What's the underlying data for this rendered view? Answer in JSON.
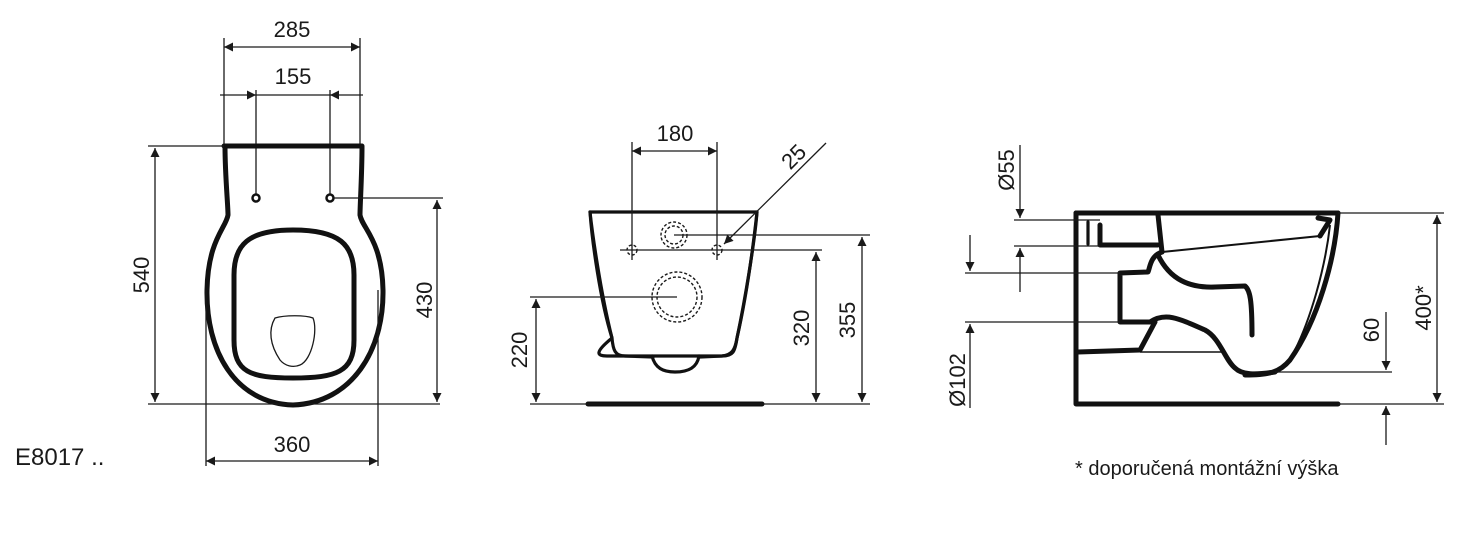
{
  "product_code": "E8017 ..",
  "note": "* doporučená montážní výška",
  "top_view": {
    "width_top": "285",
    "hinge_spacing": "155",
    "length": "540",
    "hinge_to_front": "430",
    "width_bowl": "360"
  },
  "front_view": {
    "bolt_spacing": "180",
    "bolt_diameter": "25",
    "outlet_height": "220",
    "bolt_height": "320",
    "inlet_height": "355"
  },
  "side_view": {
    "inlet_diameter": "Ø55",
    "outlet_diameter": "Ø102",
    "rim_offset": "60",
    "mounting_height": "400*"
  },
  "colors": {
    "line": "#111111",
    "background": "#ffffff"
  }
}
